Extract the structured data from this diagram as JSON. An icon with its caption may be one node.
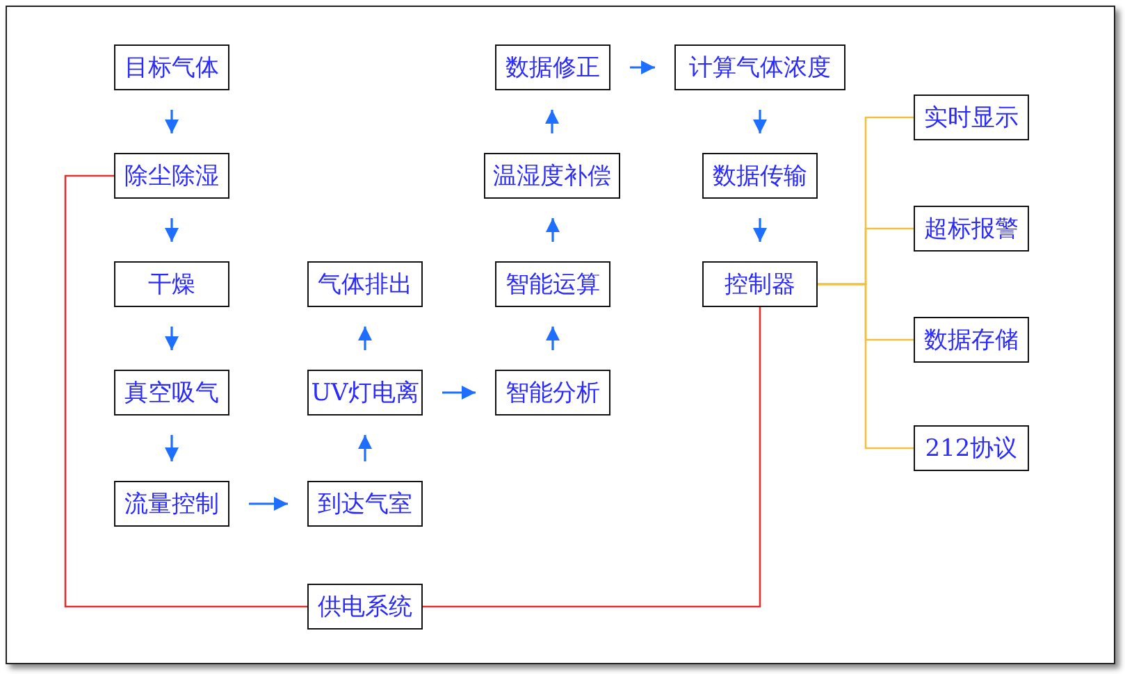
{
  "diagram": {
    "nodes": [
      {
        "text": [
          "目标气体"
        ]
      },
      {
        "text": [
          "除尘除湿"
        ]
      },
      {
        "text": [
          "干燥"
        ]
      },
      {
        "text": [
          "真空吸气"
        ]
      },
      {
        "text": [
          "流量控制"
        ]
      },
      {
        "text": [
          "到达气室"
        ]
      },
      {
        "text": [
          "UV灯电离"
        ]
      },
      {
        "text": [
          "气体排出"
        ]
      },
      {
        "text": [
          "智能分析"
        ]
      },
      {
        "text": [
          "智能运算"
        ]
      },
      {
        "text": [
          "温湿度补偿"
        ]
      },
      {
        "text": [
          "数据修正"
        ]
      },
      {
        "text": [
          "计算气体浓度"
        ]
      },
      {
        "text": [
          "数据传输"
        ]
      },
      {
        "text": [
          "控制器"
        ]
      },
      {
        "text": [
          "实时显示"
        ]
      },
      {
        "text": [
          "超标报警"
        ]
      },
      {
        "text": [
          "数据存储"
        ]
      },
      {
        "text": [
          "212协议"
        ]
      },
      {
        "text": [
          "供电系统"
        ]
      }
    ],
    "edges": [
      {
        "from": 0,
        "to": 1,
        "arrow": "to"
      },
      {
        "from": 1,
        "to": 2,
        "arrow": "to"
      },
      {
        "from": 2,
        "to": 3,
        "arrow": "to"
      },
      {
        "from": 3,
        "to": 4,
        "arrow": "to"
      },
      {
        "from": 4,
        "to": 5,
        "arrow": "to"
      },
      {
        "from": 5,
        "to": 6,
        "arrow": "to"
      },
      {
        "from": 6,
        "to": 7,
        "arrow": "to"
      },
      {
        "from": 6,
        "to": 8,
        "arrow": "to"
      },
      {
        "from": 8,
        "to": 9,
        "arrow": "to"
      },
      {
        "from": 9,
        "to": 10,
        "arrow": "to"
      },
      {
        "from": 10,
        "to": 11,
        "arrow": "to"
      },
      {
        "from": 11,
        "to": 12,
        "arrow": "to"
      },
      {
        "from": 12,
        "to": 13,
        "arrow": "to"
      },
      {
        "from": 13,
        "to": 14,
        "arrow": "to"
      },
      {
        "from": 14,
        "to": 15,
        "arrow": "none",
        "color": "#f0c040"
      },
      {
        "from": 14,
        "to": 16,
        "arrow": "none",
        "color": "#f0c040"
      },
      {
        "from": 14,
        "to": 17,
        "arrow": "none",
        "color": "#f0c040"
      },
      {
        "from": 14,
        "to": 18,
        "arrow": "none",
        "color": "#f0c040"
      },
      {
        "from": 19,
        "to": 1,
        "arrow": "none",
        "color": "#e03030"
      },
      {
        "from": 19,
        "to": 14,
        "arrow": "none",
        "color": "#e03030"
      }
    ]
  }
}
